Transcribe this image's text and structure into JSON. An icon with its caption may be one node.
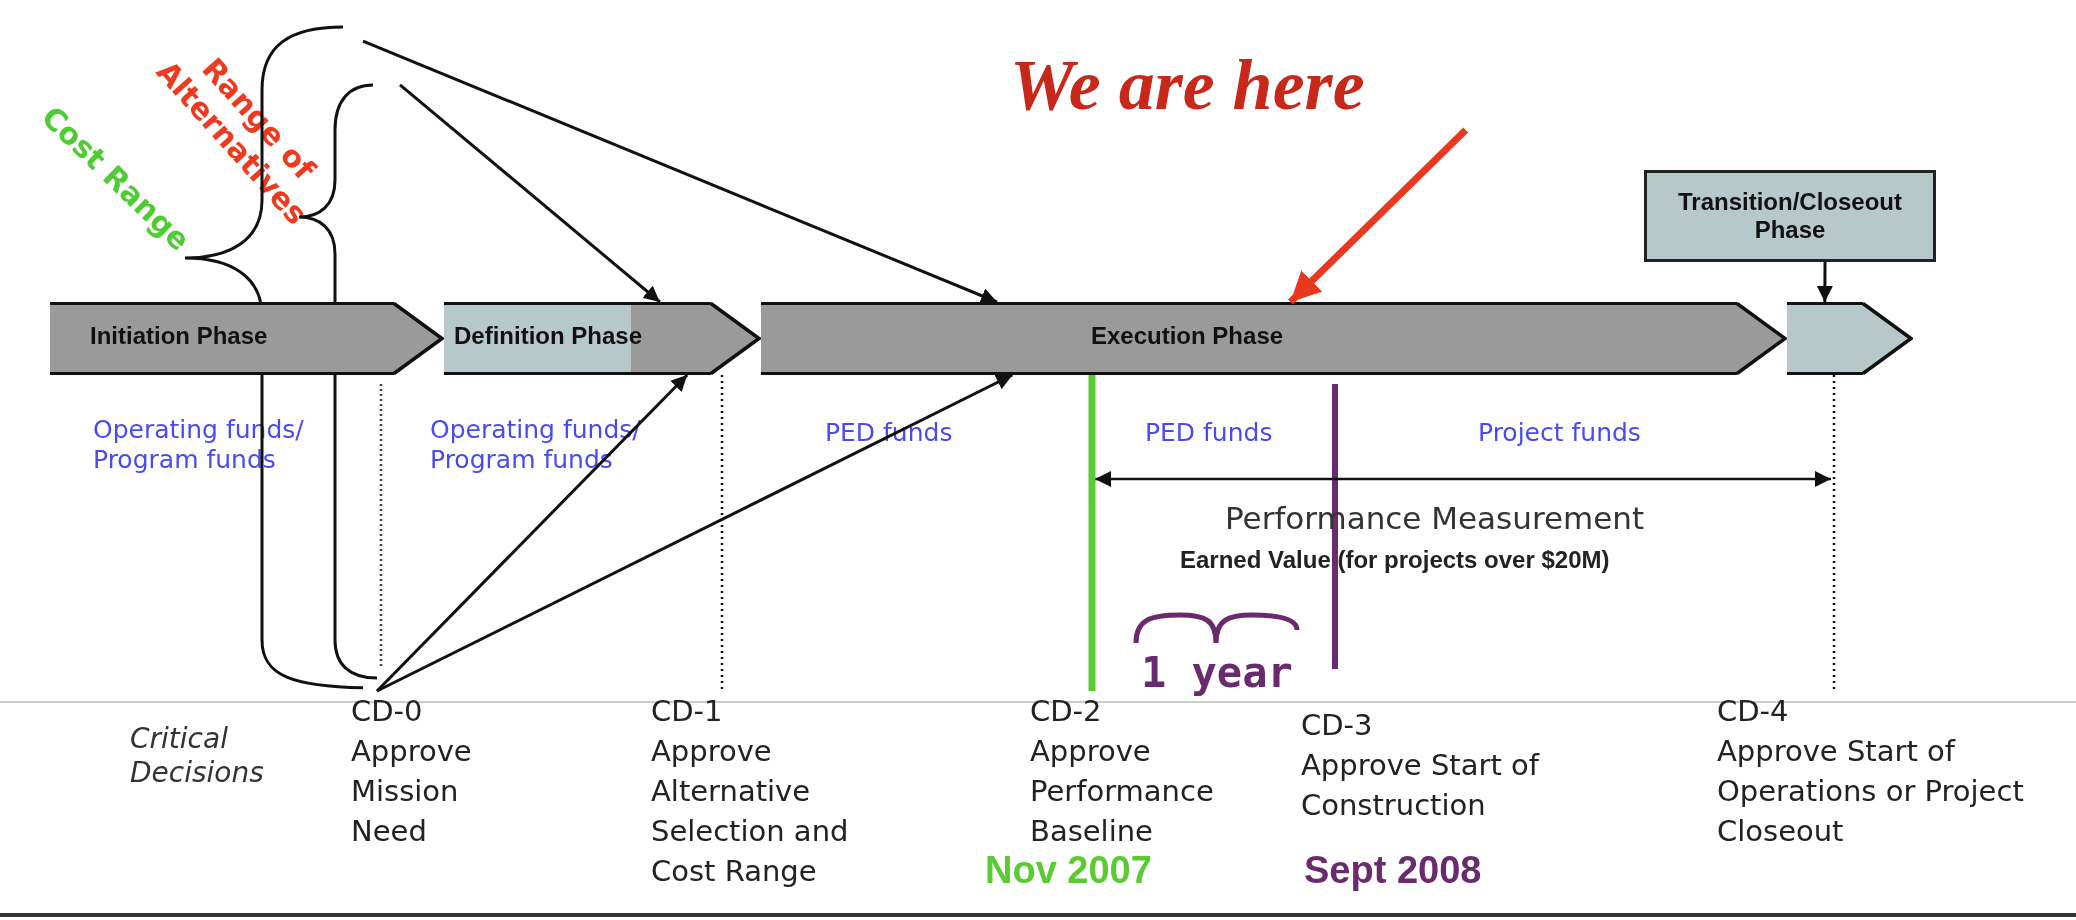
{
  "diagram": {
    "nodes": [
      {
        "text": [
          "Initiation Phase"
        ]
      },
      {
        "text": [
          "Definition Phase"
        ]
      },
      {
        "text": [
          "Execution Phase"
        ]
      },
      {
        "text": [
          "Transition/Closeout Phase"
        ]
      },
      {
        "text": [],
        "shape": "chevron"
      },
      {
        "text": [
          "We are here"
        ]
      },
      {
        "text": [
          "CD-0",
          "Approve Mission Need"
        ]
      },
      {
        "text": [
          "CD-1",
          "Approve Alternative Selection and Cost Range"
        ]
      },
      {
        "text": [
          "CD-2",
          "Approve Performance Baseline"
        ]
      },
      {
        "text": [
          "CD-3",
          "Approve Start of Construction"
        ]
      },
      {
        "text": [
          "CD-4",
          "Approve Start of Operations or Project Closeout"
        ]
      },
      {
        "text": [],
        "shape": "brace"
      },
      {
        "text": [],
        "shape": "brace"
      }
    ],
    "edges": [
      {
        "from": 3,
        "to": 4,
        "arrow": "to"
      },
      {
        "from": 5,
        "to": 2,
        "arrow": "to",
        "style": "thick",
        "color": "#e8391e"
      },
      {
        "from": 6,
        "to": 1,
        "arrow": "to"
      },
      {
        "from": 6,
        "to": 2,
        "arrow": "to"
      },
      {
        "from": 12,
        "to": 1,
        "arrow": "to"
      },
      {
        "from": 11,
        "to": 2,
        "arrow": "to"
      },
      {
        "from": 1,
        "to": 7,
        "arrow": "none",
        "style": "dashed"
      },
      {
        "from": 2,
        "to": 8,
        "arrow": "none",
        "style": "thick",
        "color": "#5ccb33"
      },
      {
        "from": 4,
        "to": 10,
        "arrow": "none",
        "style": "dashed"
      }
    ],
    "labels": [
      "Range of Alternatives",
      "Cost Range",
      "Operating funds/ Program funds",
      "Operating funds/ Program funds",
      "PED funds",
      "PED funds",
      "Project funds",
      "Performance Measurement",
      "Earned Value (for projects over $20M)",
      "1 year",
      "Critical Decisions",
      "Nov 2007",
      "Sept 2008"
    ]
  }
}
